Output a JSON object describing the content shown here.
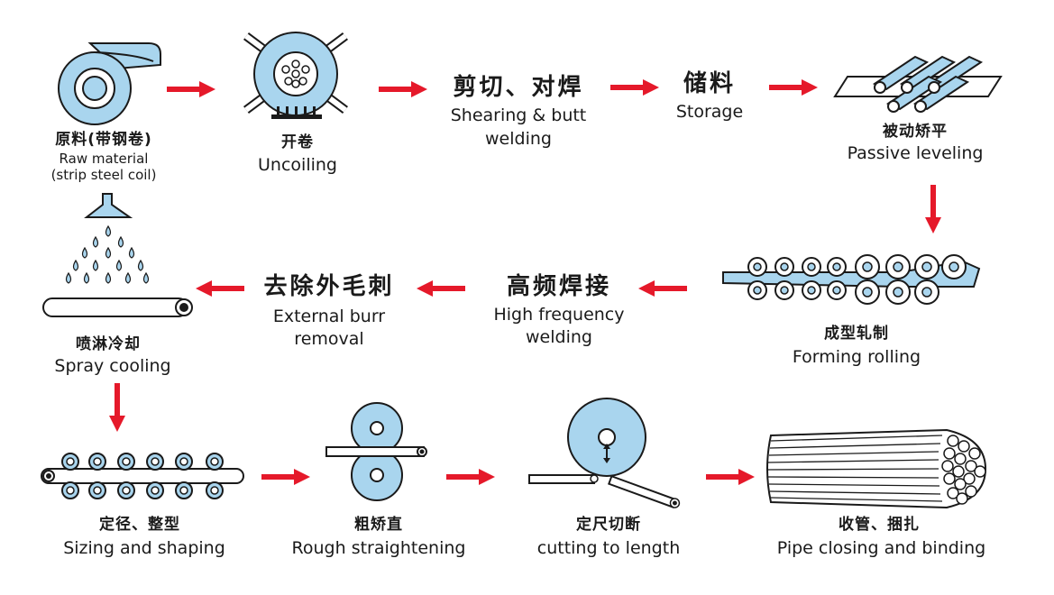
{
  "colors": {
    "accent_blue": "#a9d5ee",
    "arrow_red": "#e5192a",
    "stroke": "#1a1a1a"
  },
  "steps": [
    {
      "zh": "原料(带钢卷)",
      "en": "Raw material",
      "en2": "(strip steel coil)",
      "icon": "steel-coil-icon"
    },
    {
      "zh": "开卷",
      "en": "Uncoiling",
      "icon": "uncoiler-icon"
    },
    {
      "zh": "剪切、对焊",
      "en": "Shearing & butt",
      "en2": "welding"
    },
    {
      "zh": "储料",
      "en": "Storage"
    },
    {
      "zh": "被动矫平",
      "en": "Passive leveling",
      "icon": "leveling-rollers-icon"
    },
    {
      "zh": "成型轧制",
      "en": "Forming rolling",
      "icon": "forming-rolls-icon"
    },
    {
      "zh": "高频焊接",
      "en": "High frequency",
      "en2": "welding"
    },
    {
      "zh": "去除外毛刺",
      "en": "External burr",
      "en2": "removal"
    },
    {
      "zh": "喷淋冷却",
      "en": "Spray cooling",
      "icon": "spray-nozzle-icon"
    },
    {
      "zh": "定径、整型",
      "en": "Sizing and shaping",
      "icon": "sizing-rolls-icon"
    },
    {
      "zh": "粗矫直",
      "en": "Rough straightening",
      "icon": "straightening-rolls-icon"
    },
    {
      "zh": "定尺切断",
      "en": "cutting to length",
      "icon": "cutting-saw-icon"
    },
    {
      "zh": "收管、捆扎",
      "en": "Pipe closing and binding",
      "icon": "pipe-bundle-icon"
    }
  ]
}
